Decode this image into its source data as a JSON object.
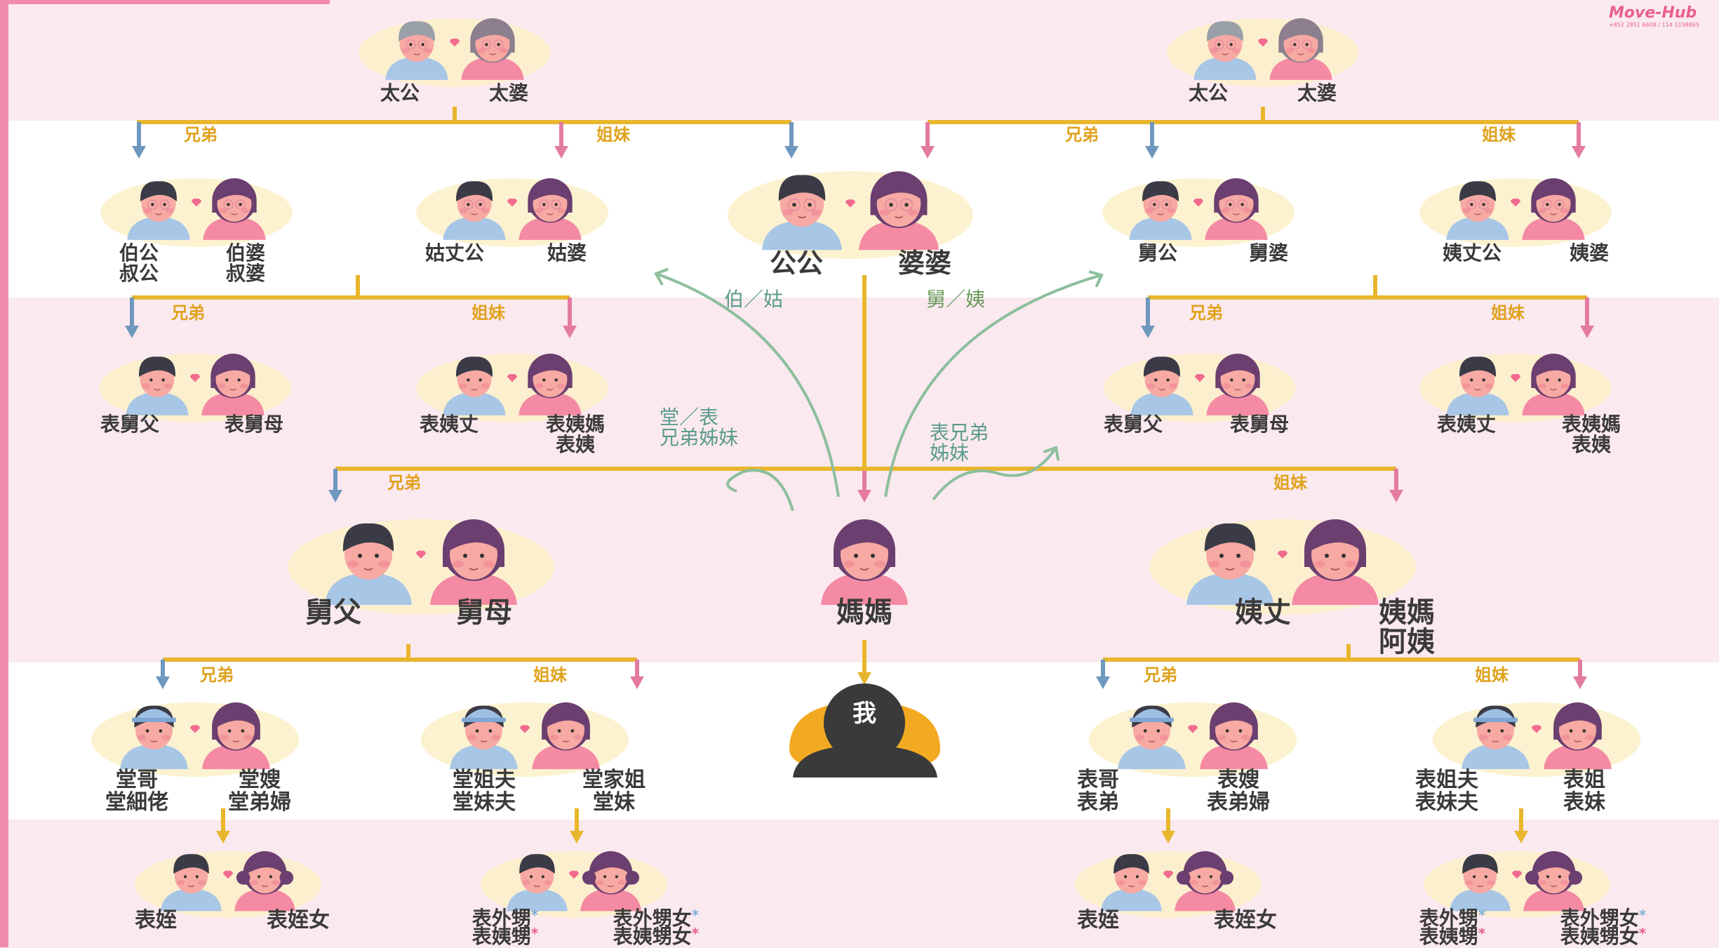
{
  "logo": {
    "text": "Move-Hub",
    "sub": "+852 2851 6608 / 114 1158865"
  },
  "labels": {
    "gg_left_m": "太公",
    "gg_left_f": "太婆",
    "gg_right_m": "太公",
    "gg_right_f": "太婆",
    "p1_m": "伯公\n叔公",
    "p1_f": "伯婆\n叔婆",
    "p2_m": "姑丈公",
    "p2_f": "姑婆",
    "gp_m": "公公",
    "gp_f": "婆婆",
    "p3_m": "舅公",
    "p3_f": "舅婆",
    "p4_m": "姨丈公",
    "p4_f": "姨婆",
    "c1_m": "表舅父",
    "c1_f": "表舅母",
    "c2_m": "表姨丈",
    "c2_f": "表姨媽\n表姨",
    "c3_m": "表舅父",
    "c3_f": "表舅母",
    "c4_m": "表姨丈",
    "c4_f": "表姨媽\n表姨",
    "u_m": "舅父",
    "u_f": "舅母",
    "mom": "媽媽",
    "a_m": "姨丈",
    "a_f": "姨媽\n阿姨",
    "me": "我",
    "s1_m": "堂哥\n堂細佬",
    "s1_f": "堂嫂\n堂弟婦",
    "s2_m": "堂姐夫\n堂妹夫",
    "s2_f": "堂家姐\n堂妹",
    "s3_m": "表哥\n表弟",
    "s3_f": "表嫂\n表弟婦",
    "s4_m": "表姐夫\n表妹夫",
    "s4_f": "表姐\n表妹",
    "k1_m": "表姪",
    "k1_f": "表姪女",
    "k2_m1": "表外甥",
    "k2_m2": "表姨甥",
    "k2_f1": "表外甥女",
    "k2_f2": "表姨甥女",
    "k3_m": "表姪",
    "k3_f": "表姪女",
    "k4_m1": "表外甥",
    "k4_m2": "表姨甥",
    "k4_f1": "表外甥女",
    "k4_f2": "表姨甥女",
    "star": "*"
  },
  "tags": {
    "brothers": "兄弟",
    "sisters": "姐妹"
  },
  "curved": {
    "left_up": "伯／姑",
    "right_up": "舅／姨",
    "left_down": "堂／表\n兄弟姊妹",
    "right_down": "表兄弟\n姊妹"
  },
  "colors": {
    "line": "#e8b62c",
    "blue_arrow": "#6e98be",
    "pink_arrow": "#e37ba0",
    "curve": "#8cbf9c",
    "male_shirt": "#a8c6e6",
    "female_shirt": "#f48aa3",
    "hair_dark": "#3b3b47",
    "hair_purple": "#6b3f6f",
    "skin": "#f7a9a3",
    "halo": "#fbf0c8",
    "me": "#f2aa22"
  }
}
